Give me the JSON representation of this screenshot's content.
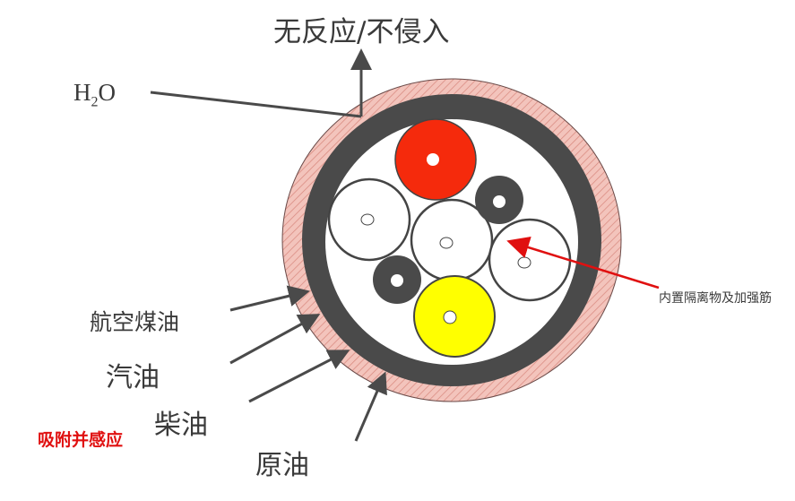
{
  "title": "无反应/不侵入",
  "h2o": {
    "h": "H",
    "sub": "2",
    "o": "O"
  },
  "labels": {
    "jet_fuel": "航空煤油",
    "gasoline": "汽油",
    "diesel": "柴油",
    "crude_oil": "原油",
    "adsorb_sense": "吸附并感应",
    "inner_spacer": "内置隔离物及加强筋"
  },
  "colors": {
    "jacket": "#f0b8b0",
    "dark_ring": "#4a4a4a",
    "red_core": "#f52a0c",
    "yellow_core": "#ffff00",
    "accent_red": "#e01010"
  }
}
